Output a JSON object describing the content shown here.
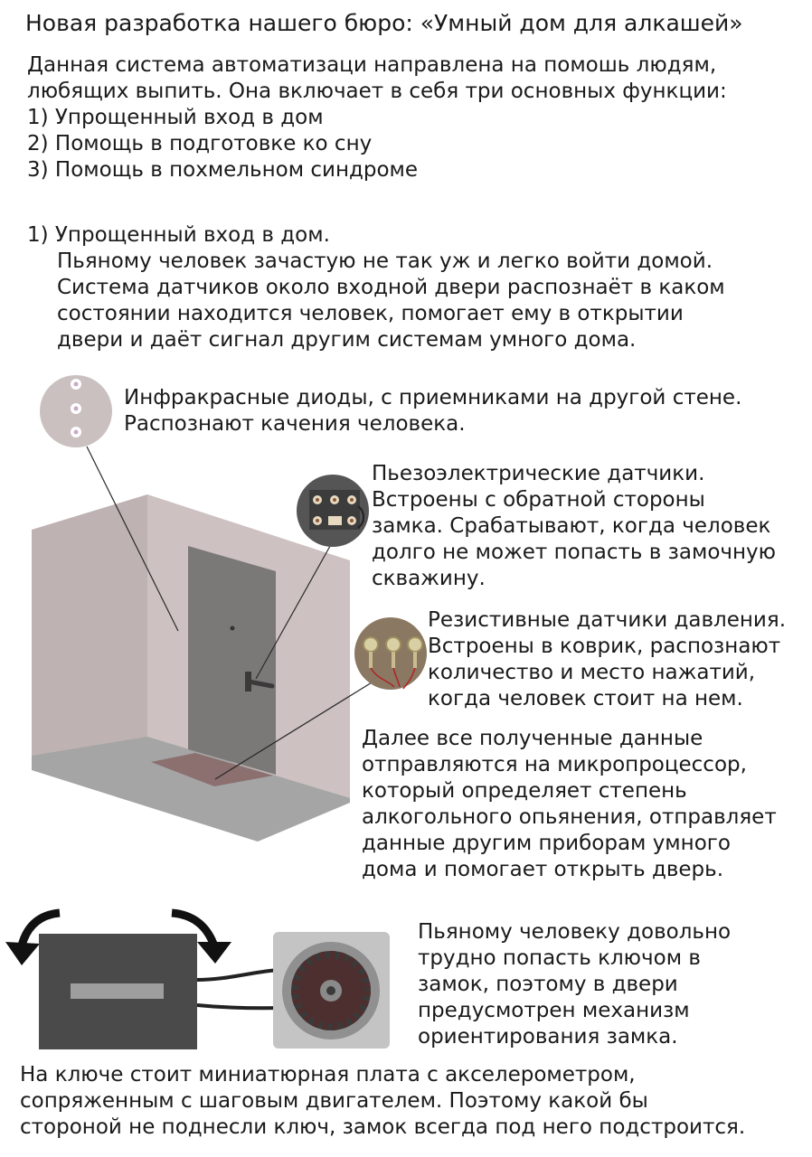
{
  "title": "Новая разработка нашего бюро: «Умный дом для алкашей»",
  "intro": [
    "Данная система автоматизаци направлена на помошь людям,",
    "любящих выпить. Она включает в себя три основных функции:",
    "1) Упрощенный вход в дом",
    "2) Помощь в подготовке ко сну",
    "3) Помощь в похмельном синдроме"
  ],
  "section1": {
    "heading": "1) Упрощенный вход в дом.",
    "body": [
      "Пьяному человек зачастую не так уж и легко войти домой.",
      "Система датчиков около входной двери распознаёт в каком",
      "состоянии находится человек, помогает ему в открытии",
      "двери и даёт сигнал другим системам умного дома."
    ]
  },
  "annotations": {
    "infrared": [
      "Инфракрасные диоды, с приемниками на другой стене.",
      "Распознают качения человека."
    ],
    "piezo": [
      "Пьезоэлектрические датчики.",
      "Встроены с обратной стороны",
      "замка. Срабатывают, когда человек",
      "долго не может попасть в замочную",
      "скважину."
    ],
    "resistive": [
      "Резистивные датчики давления.",
      "Встроены в коврик, распознают",
      "количество и место нажатий,",
      "когда человек стоит на нем."
    ],
    "processor": [
      "Далее все полученные данные",
      "отправляются на микропроцессор,",
      "который определяет степень",
      "алкогольного опьянения, отправляет",
      "данные другим приборам умного",
      "дома и помогает открыть дверь."
    ],
    "lock": [
      "Пьяному человеку довольно",
      "трудно попасть ключом в",
      "замок, поэтому в двери",
      "предусмотрен механизм",
      "ориентирования замка."
    ]
  },
  "footer": [
    "На ключе стоит миниатюрная плата с акселерометром,",
    "сопряженным с шаговым двигателем. Поэтому какой бы",
    "стороной не поднесли ключ, замок всегда под него подстроится."
  ],
  "colors": {
    "wall_front": "#cdc1c1",
    "wall_side": "#bfb2b2",
    "floor": "#a3a3a3",
    "door": "#7b7878",
    "mat": "#8c6f6f",
    "board": "#4a4a4a",
    "motor_frame": "#c4c4c4"
  },
  "icons": {
    "ir-diode-icon": "circle with three diodes",
    "piezo-sensor-icon": "circle with sensor board",
    "pressure-sensor-icon": "circle with three pressure sensors",
    "rotate-arrow-icon": "curved arrows",
    "stepper-motor-icon": "gear in square frame"
  }
}
